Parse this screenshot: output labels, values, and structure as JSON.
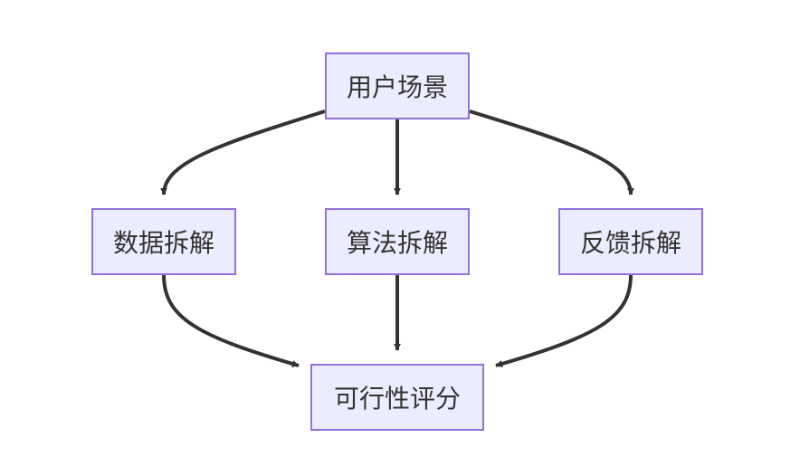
{
  "diagram": {
    "type": "flowchart",
    "direction": "top-down",
    "colors": {
      "node_fill": "#ececff",
      "node_border": "#9370db",
      "edge": "#333333",
      "text": "#333333"
    },
    "nodes": {
      "scene": "用户场景",
      "data_breakdown": "数据拆解",
      "algorithm_breakdown": "算法拆解",
      "feedback_breakdown": "反馈拆解",
      "feasibility_score": "可行性评分"
    },
    "edges": [
      {
        "from": "scene",
        "to": "data_breakdown"
      },
      {
        "from": "scene",
        "to": "algorithm_breakdown"
      },
      {
        "from": "scene",
        "to": "feedback_breakdown"
      },
      {
        "from": "data_breakdown",
        "to": "feasibility_score"
      },
      {
        "from": "algorithm_breakdown",
        "to": "feasibility_score"
      },
      {
        "from": "feedback_breakdown",
        "to": "feasibility_score"
      }
    ]
  }
}
